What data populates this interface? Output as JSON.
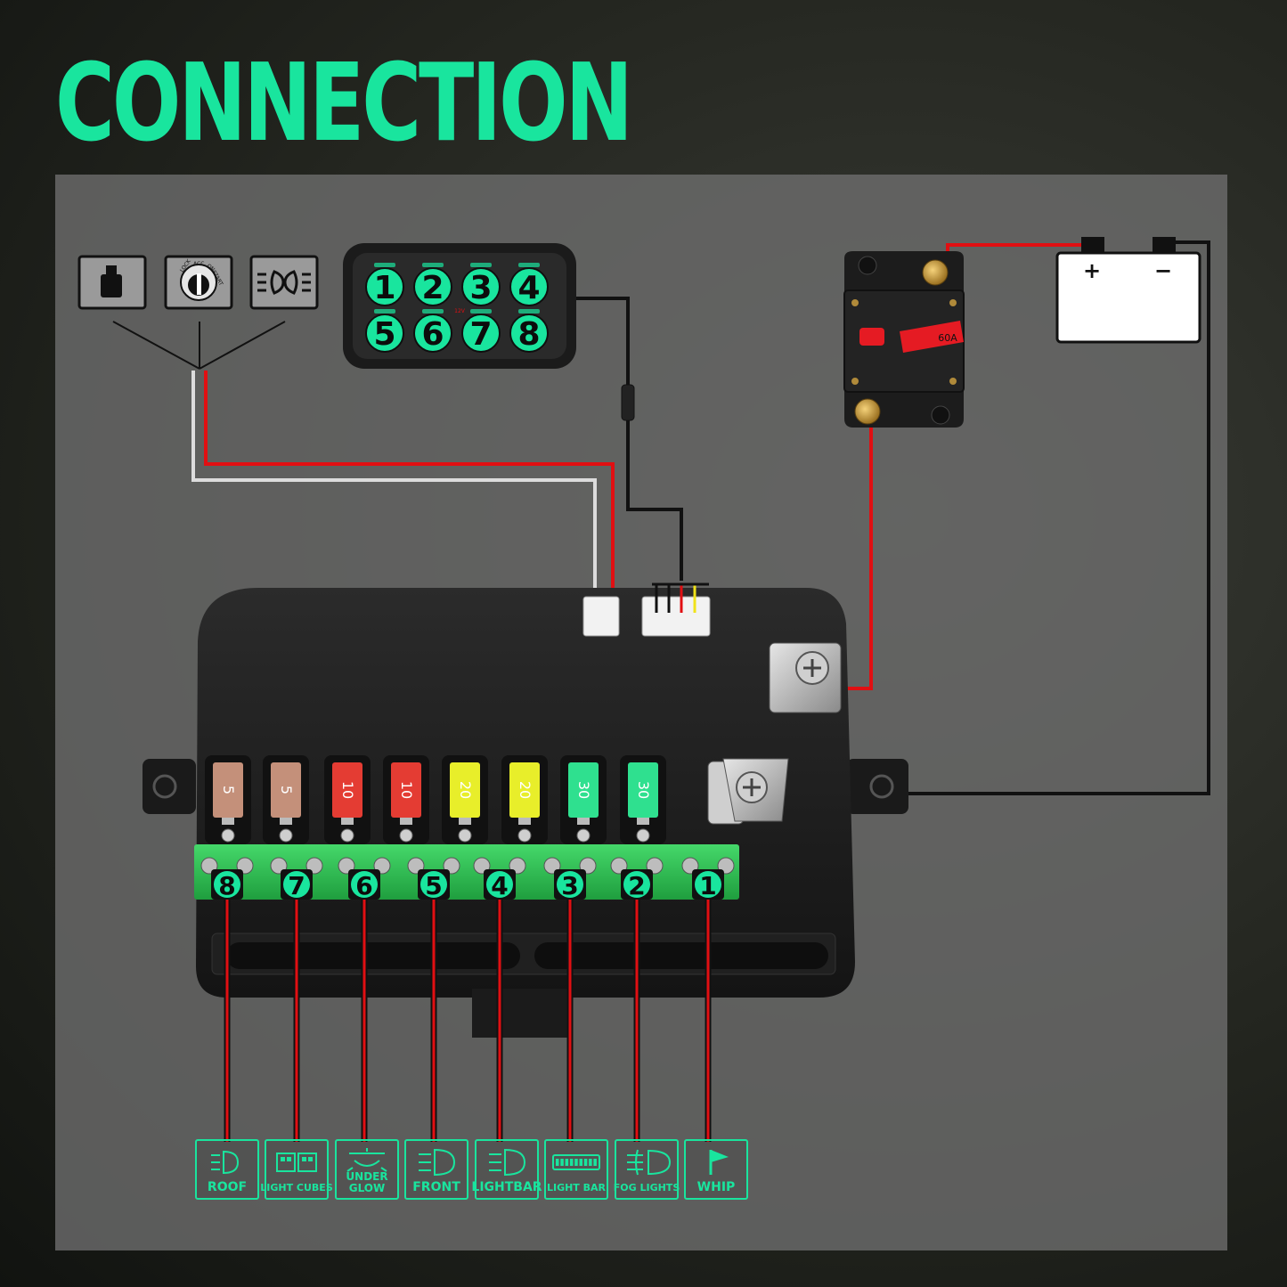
{
  "title": "CONNECTION",
  "colors": {
    "accent": "#19e59e",
    "wire_red": "#e10f12",
    "wire_black": "#111111"
  },
  "trigger_icons": [
    "cigarette-lighter-icon",
    "ignition-key-icon",
    "headlight-icon"
  ],
  "ignition_key_text": {
    "lock": "LOCK",
    "acc": "ACC",
    "on": "ON",
    "start": "START"
  },
  "switch_panel": {
    "buttons": [
      "1",
      "2",
      "3",
      "4",
      "5",
      "6",
      "7",
      "8"
    ],
    "center_mark": "12V"
  },
  "breaker": {
    "rating": "60A"
  },
  "battery": {
    "positive": "+",
    "negative": "−"
  },
  "fuses": [
    {
      "rating": "5",
      "color": "#c4907a"
    },
    {
      "rating": "5",
      "color": "#c4907a"
    },
    {
      "rating": "10",
      "color": "#e43c33"
    },
    {
      "rating": "10",
      "color": "#e43c33"
    },
    {
      "rating": "20",
      "color": "#e8ee2a"
    },
    {
      "rating": "20",
      "color": "#e8ee2a"
    },
    {
      "rating": "30",
      "color": "#2fe08f"
    },
    {
      "rating": "30",
      "color": "#2fe08f"
    }
  ],
  "terminals": [
    "8",
    "7",
    "6",
    "5",
    "4",
    "3",
    "2",
    "1"
  ],
  "outputs": [
    {
      "icon": "roof-light-icon",
      "label": "ROOF"
    },
    {
      "icon": "light-cubes-icon",
      "label": "LIGHT CUBES"
    },
    {
      "icon": "under-glow-icon",
      "label": "UNDER GLOW"
    },
    {
      "icon": "front-light-icon",
      "label": "FRONT"
    },
    {
      "icon": "lightbar-icon",
      "label": "LIGHTBAR"
    },
    {
      "icon": "light-bar-icon",
      "label": "LIGHT BAR"
    },
    {
      "icon": "fog-lights-icon",
      "label": "FOG LIGHTS"
    },
    {
      "icon": "whip-icon",
      "label": "WHIP"
    }
  ]
}
